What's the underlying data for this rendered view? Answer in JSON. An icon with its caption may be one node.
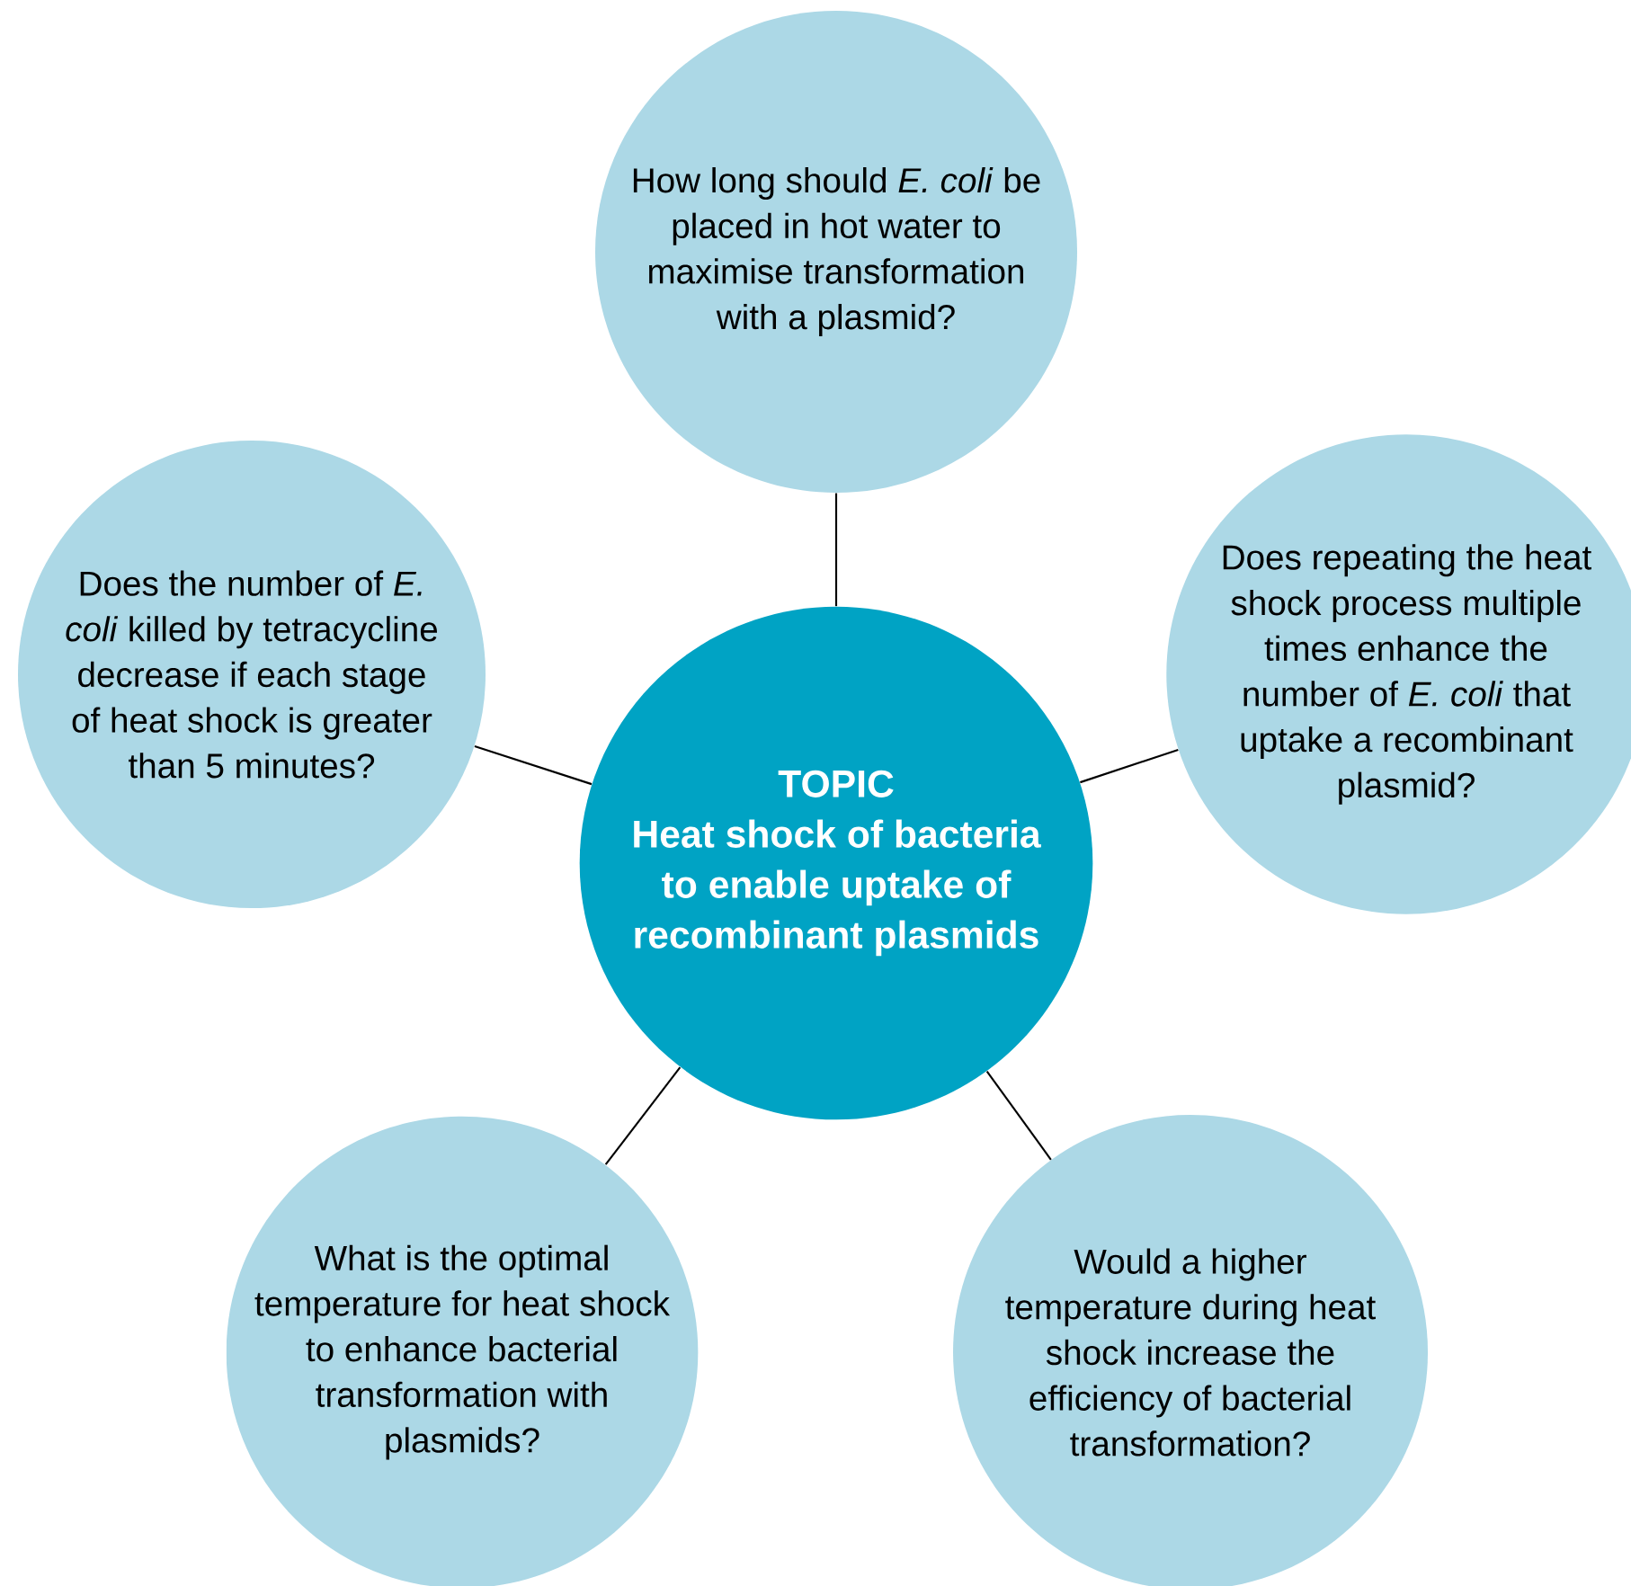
{
  "diagram": {
    "nodes": [
      {
        "text": [
          "TOPIC",
          "Heat shock of bacteria to enable uptake of recombinant plasmids"
        ]
      },
      {
        "text": [
          "How long should *E. coli* be placed in hot water to maximise transformation with a plasmid?"
        ]
      },
      {
        "text": [
          "Does the number of *E. coli* killed by tetracycline decrease if each stage of heat shock is greater than 5 minutes?"
        ]
      },
      {
        "text": [
          "Does repeating the heat shock process multiple times enhance the number of *E. coli* that uptake a recombinant plasmid?"
        ]
      },
      {
        "text": [
          "What is the optimal temperature for heat shock to enhance bacterial transformation with plasmids?"
        ]
      },
      {
        "text": [
          "Would a higher temperature during heat shock increase the efficiency of bacterial transformation?"
        ]
      }
    ],
    "edges": [
      {
        "from": 0,
        "to": 1,
        "arrow": "none"
      },
      {
        "from": 0,
        "to": 2,
        "arrow": "none"
      },
      {
        "from": 0,
        "to": 3,
        "arrow": "none"
      },
      {
        "from": 0,
        "to": 4,
        "arrow": "none"
      },
      {
        "from": 0,
        "to": 5,
        "arrow": "none"
      }
    ]
  }
}
